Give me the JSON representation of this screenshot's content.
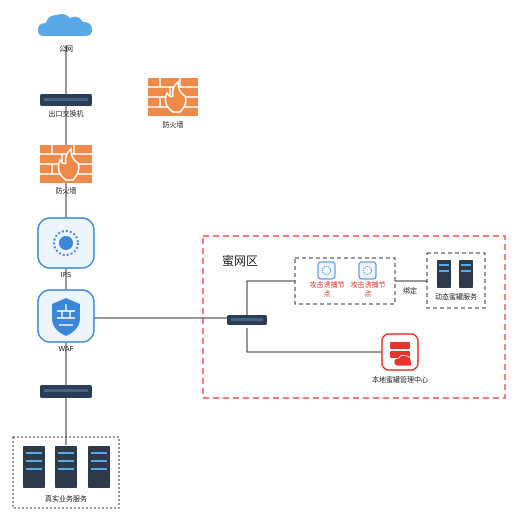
{
  "nodes": {
    "internet": "公网",
    "egress_switch": "出口交换机",
    "firewall_top": "防火墙",
    "firewall_side": "防火墙",
    "ips": "IPS",
    "waf": "WAF",
    "real_services": "真实业务服务"
  },
  "honeynet": {
    "title": "蜜网区",
    "decoy_node_1": [
      "攻击诱捕节",
      "点"
    ],
    "decoy_node_2": [
      "攻击诱捕节",
      "点"
    ],
    "bind_label": "绑定",
    "dynamic_honeypot": "动态蜜罐服务",
    "local_mgmt_center": "本地蜜罐管理中心"
  },
  "colors": {
    "cloud": "#5aa9e6",
    "firewall": "#ee8a4a",
    "shield": "#3a86d8",
    "switch": "#2b3d57",
    "server": "#2d3a4a",
    "red_dashed": "#e8332d",
    "mgmt_red": "#e8332d"
  }
}
